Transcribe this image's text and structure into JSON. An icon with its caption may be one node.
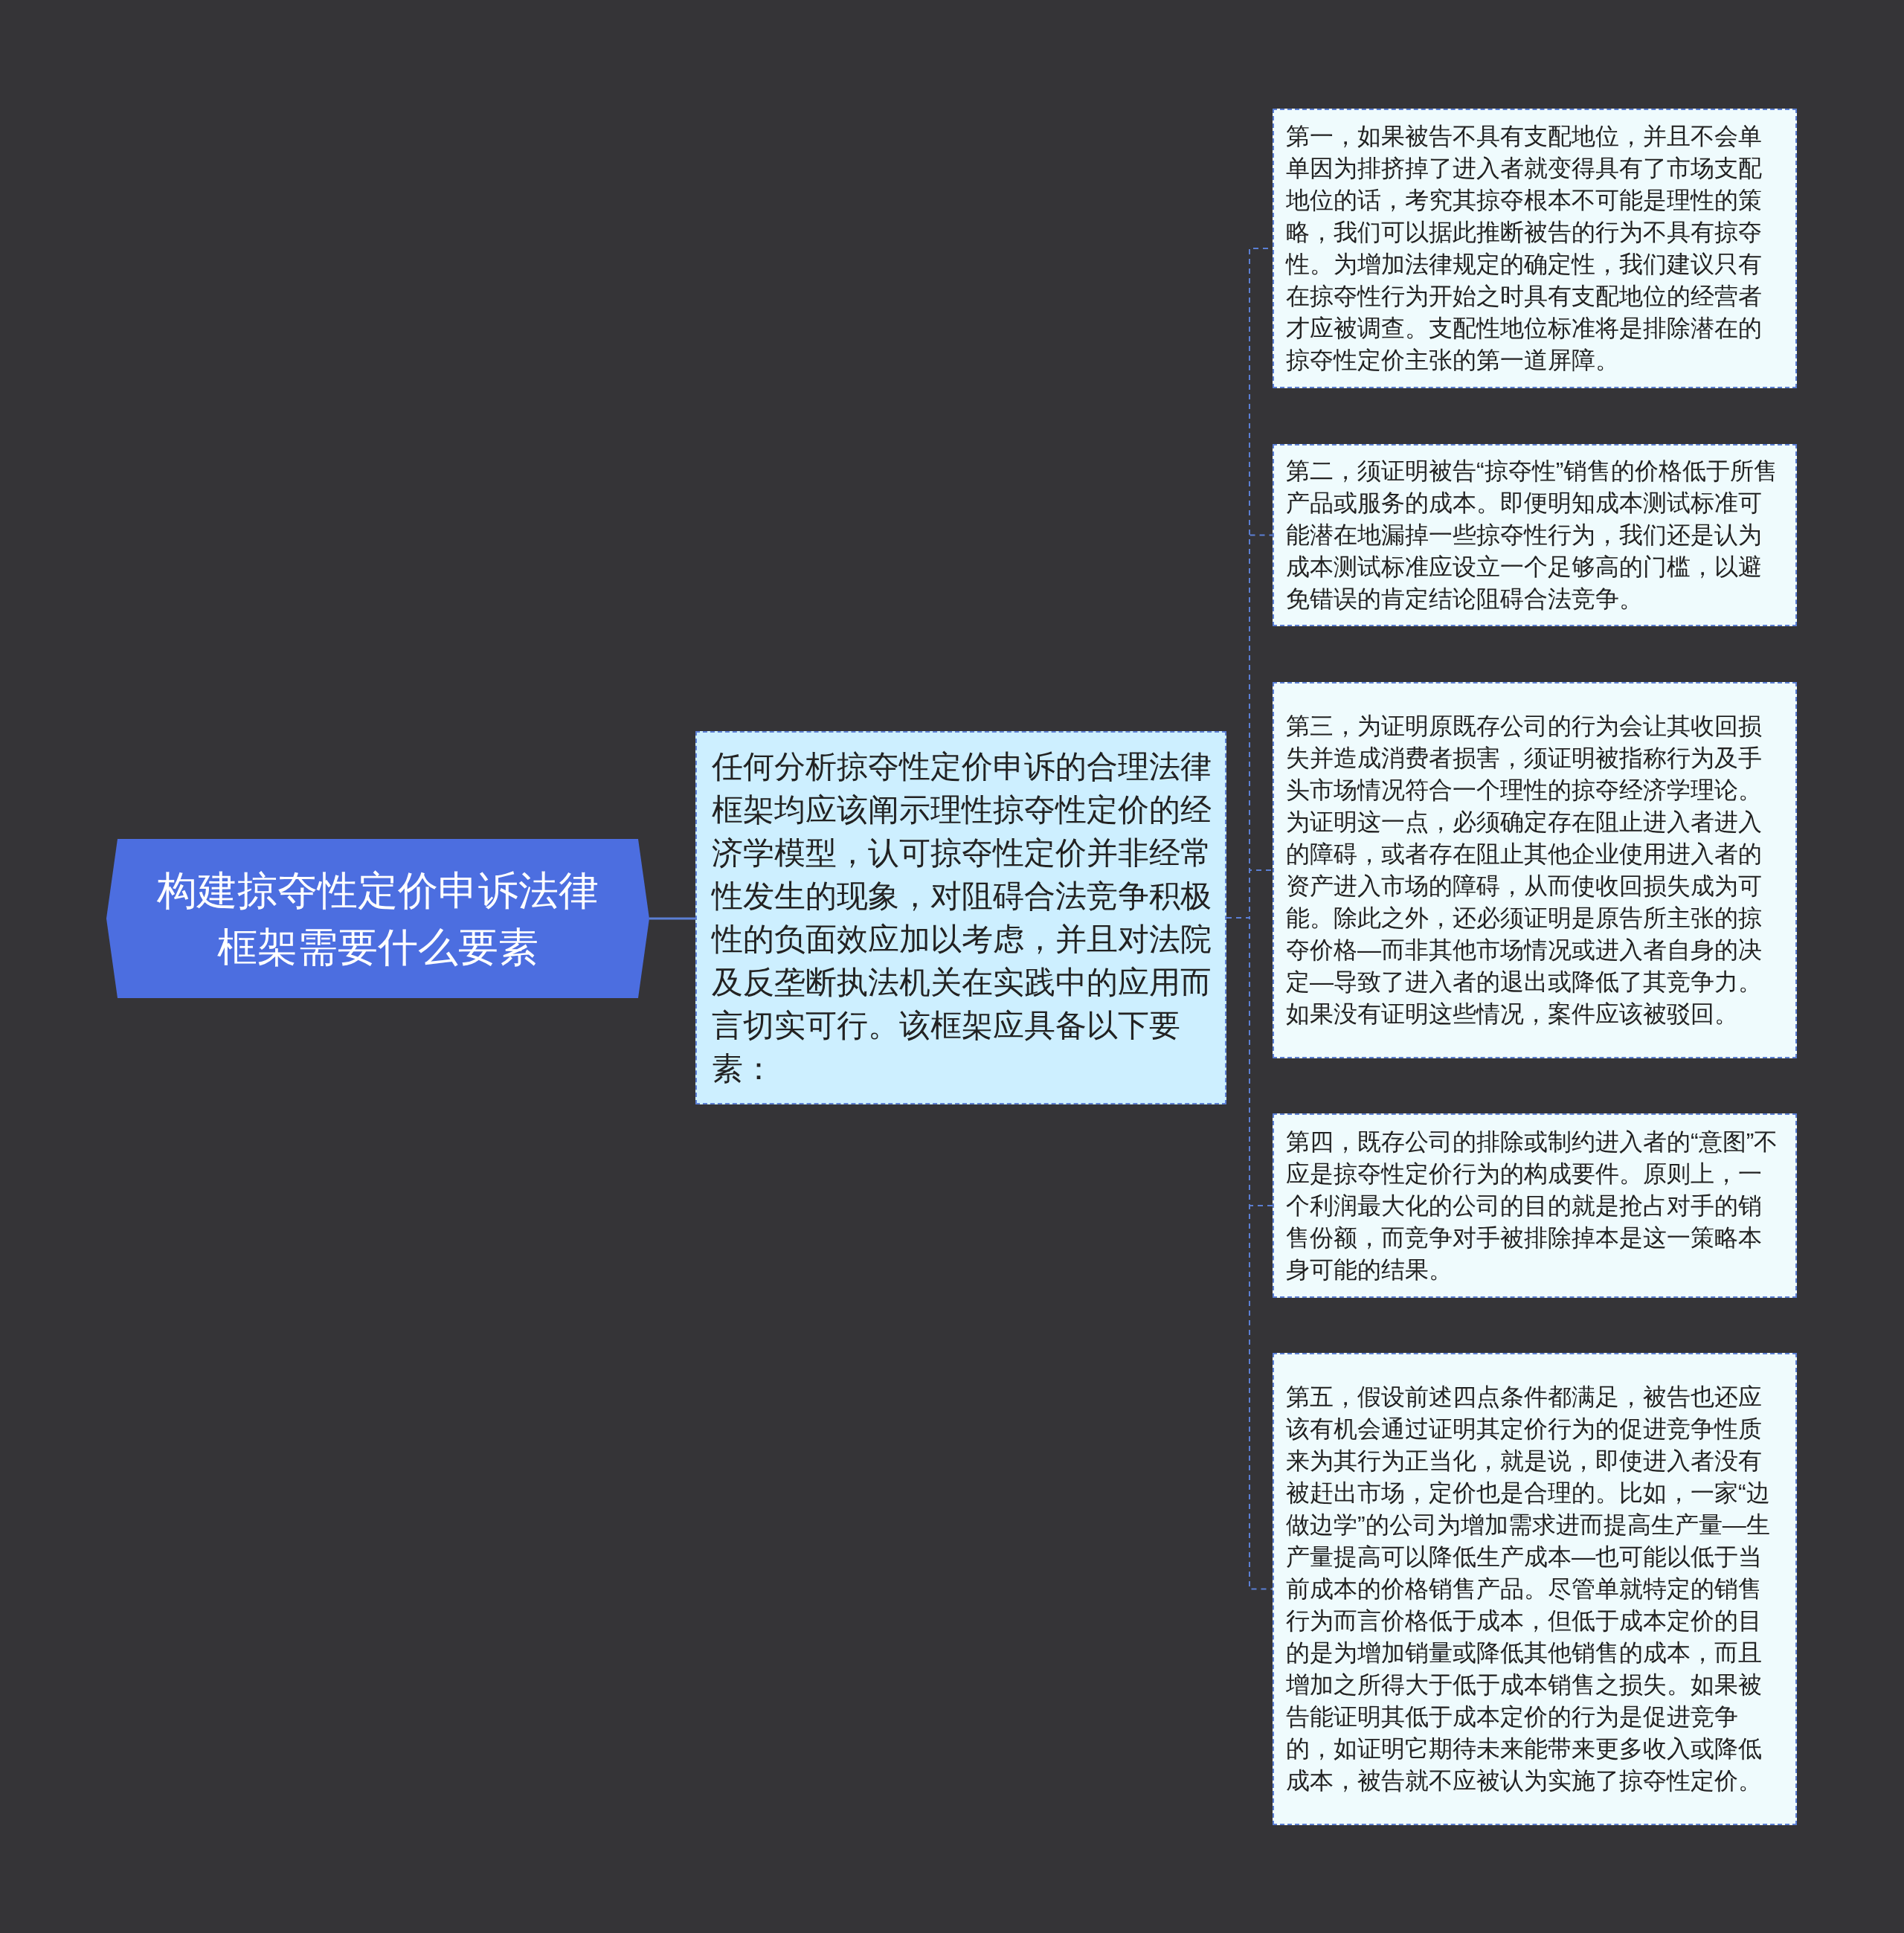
{
  "diagram": {
    "nodes": [
      {
        "text": [
          "构建掠夺性定价申诉法律框架需要什么要素"
        ]
      },
      {
        "text": [
          "任何分析掠夺性定价申诉的合理法律框架均应该阐示理性掠夺性定价的经济学模型，认可掠夺性定价并非经常性发生的现象，对阻碍合法竞争积极性的负面效应加以考虑，并且对法院及反垄断执法机关在实践中的应用而言切实可行。该框架应具备以下要素："
        ]
      },
      {
        "text": [
          "第一，如果被告不具有支配地位，并且不会单单因为排挤掉了进入者就变得具有了市场支配地位的话，考究其掠夺根本不可能是理性的策略，我们可以据此推断被告的行为不具有掠夺性。为增加法律规定的确定性，我们建议只有在掠夺性行为开始之时具有支配地位的经营者才应被调查。支配性地位标准将是排除潜在的掠夺性定价主张的第一道屏障。"
        ]
      },
      {
        "text": [
          "第二，须证明被告“掠夺性”销售的价格低于所售产品或服务的成本。即便明知成本测试标准可能潜在地漏掉一些掠夺性行为，我们还是认为成本测试标准应设立一个足够高的门槛，以避免错误的肯定结论阻碍合法竞争。"
        ]
      },
      {
        "text": [
          "第三，为证明原既存公司的行为会让其收回损失并造成消费者损害，须证明被指称行为及手头市场情况符合一个理性的掠夺经济学理论。为证明这一点，必须确定存在阻止进入者进入的障碍，或者存在阻止其他企业使用进入者的资产进入市场的障碍，从而使收回损失成为可能。除此之外，还必须证明是原告所主张的掠夺价格—而非其他市场情况或进入者自身的决定—导致了进入者的退出或降低了其竞争力。如果没有证明这些情况，案件应该被驳回。"
        ]
      },
      {
        "text": [
          "第四，既存公司的排除或制约进入者的“意图”不应是掠夺性定价行为的构成要件。原则上，一个利润最大化的公司的目的就是抢占对手的销售份额，而竞争对手被排除掉本是这一策略本身可能的结果。"
        ]
      },
      {
        "text": [
          "第五，假设前述四点条件都满足，被告也还应该有机会通过证明其定价行为的促进竞争性质来为其行为正当化，就是说，即使进入者没有被赶出市场，定价也是合理的。比如，一家“边做边学”的公司为增加需求进而提高生产量—生产量提高可以降低生产成本—也可能以低于当前成本的价格销售产品。尽管单就特定的销售行为而言价格低于成本，但低于成本定价的目的是为增加销量或降低其他销售的成本，而且增加之所得大于低于成本销售之损失。如果被告能证明其低于成本定价的行为是促进竞争的，如证明它期待未来能带来更多收入或降低成本，被告就不应被认为实施了掠夺性定价。"
        ]
      }
    ],
    "edges": [
      {
        "from": 0,
        "to": 1,
        "arrow": "none"
      },
      {
        "from": 1,
        "to": 2,
        "arrow": "none",
        "style": "dashed"
      },
      {
        "from": 1,
        "to": 3,
        "arrow": "none",
        "style": "dashed"
      },
      {
        "from": 1,
        "to": 4,
        "arrow": "none",
        "style": "dashed"
      },
      {
        "from": 1,
        "to": 5,
        "arrow": "none",
        "style": "dashed"
      },
      {
        "from": 1,
        "to": 6,
        "arrow": "none",
        "style": "dashed"
      }
    ]
  }
}
